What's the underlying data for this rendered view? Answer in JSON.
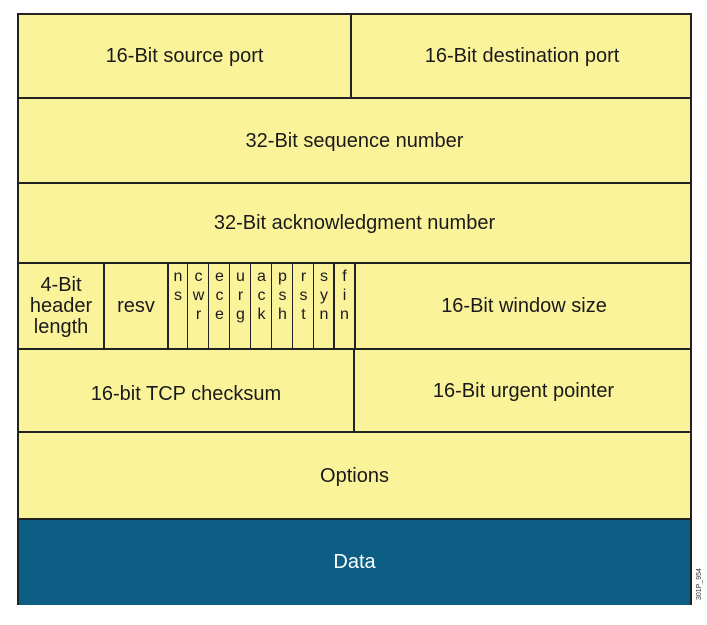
{
  "rows": {
    "source_port": "16-Bit source port",
    "destination_port": "16-Bit destination port",
    "sequence_number": "32-Bit sequence number",
    "ack_number": "32-Bit acknowledgment number",
    "header_length": [
      "4-Bit",
      "header",
      "length"
    ],
    "reserved": "resv",
    "flags": [
      [
        "n",
        "s"
      ],
      [
        "c",
        "w",
        "r"
      ],
      [
        "e",
        "c",
        "e"
      ],
      [
        "u",
        "r",
        "g"
      ],
      [
        "a",
        "c",
        "k"
      ],
      [
        "p",
        "s",
        "h"
      ],
      [
        "r",
        "s",
        "t"
      ],
      [
        "s",
        "y",
        "n"
      ],
      [
        "f",
        "i",
        "n"
      ]
    ],
    "window_size": "16-Bit window size",
    "checksum": "16-bit TCP checksum",
    "urgent_pointer": "16-Bit urgent pointer",
    "options": "Options",
    "data": "Data"
  },
  "figure_id": "301P_954",
  "colors": {
    "field_fill": "#fbf39a",
    "data_fill": "#0c5e84",
    "border": "#222222"
  }
}
